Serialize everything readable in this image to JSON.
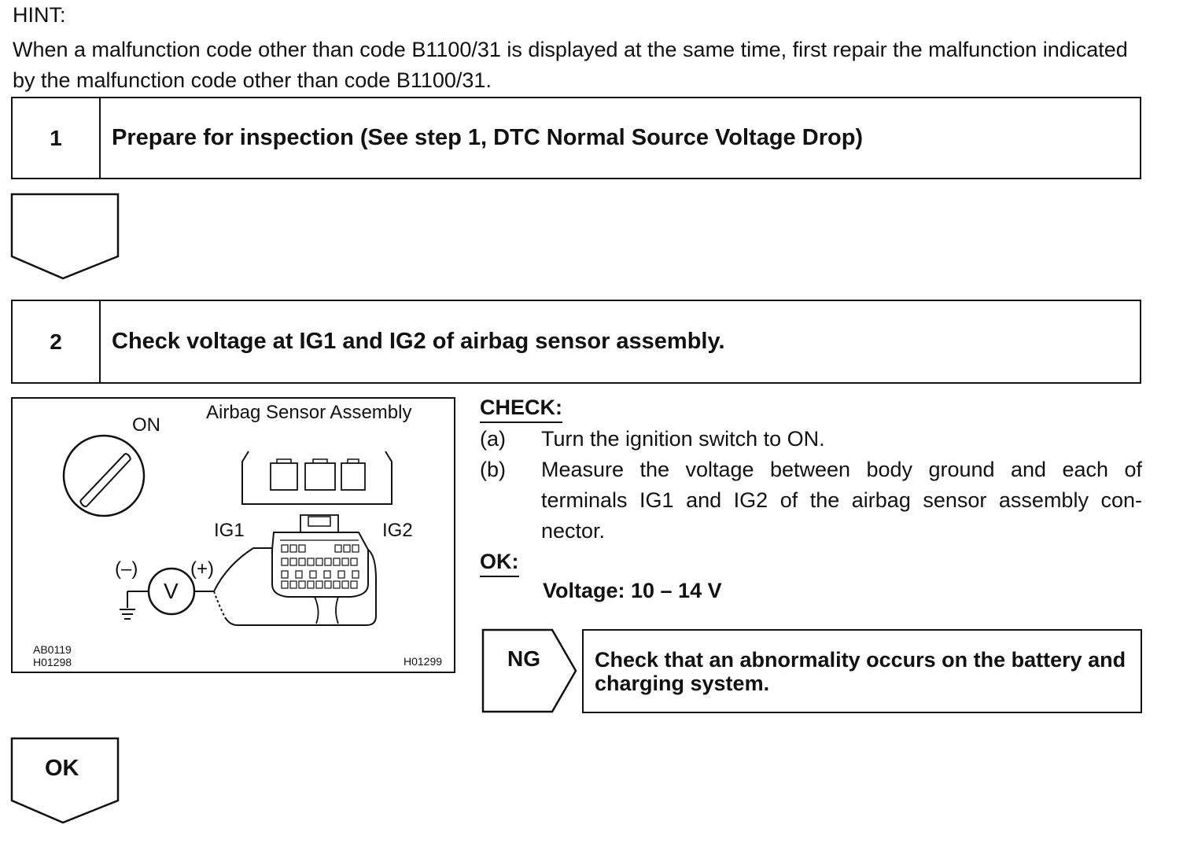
{
  "hint": {
    "title": "HINT:",
    "text": "When a malfunction code other than code B1100/31 is displayed at the same time, first repair the malfunction indicated by the malfunction code other than code B1100/31."
  },
  "steps": [
    {
      "number": "1",
      "title": "Prepare for inspection (See step 1, DTC Normal Source Voltage Drop)"
    },
    {
      "number": "2",
      "title": "Check voltage at IG1 and IG2 of airbag sensor assembly."
    }
  ],
  "figure": {
    "switch_label": "ON",
    "assembly_label": "Airbag Sensor Assembly",
    "ig1_label": "IG1",
    "ig2_label": "IG2",
    "minus_label": "(–)",
    "plus_label": "(+)",
    "meter_label": "V",
    "codes_left": [
      "AB0119",
      "H01298"
    ],
    "code_right": "H01299"
  },
  "check": {
    "title": "CHECK:",
    "items": [
      {
        "letter": "(a)",
        "text": "Turn the ignition switch to ON."
      },
      {
        "letter": "(b)",
        "text": "Measure the voltage between body ground and each of terminals IG1 and IG2 of the airbag sensor assembly con-nector."
      }
    ]
  },
  "ok": {
    "title": "OK:",
    "spec": "Voltage: 10 – 14 V"
  },
  "ng": {
    "label": "NG",
    "text": "Check that an abnormality occurs on the battery and charging system."
  },
  "result_ok_label": "OK",
  "icons": {
    "flow_arrow": "down-pentagon-arrow-icon",
    "ng_arrow": "right-pentagon-arrow-icon",
    "ignition": "ignition-key-icon",
    "voltmeter": "voltmeter-icon",
    "ground": "ground-symbol-icon",
    "connector": "connector-icon"
  }
}
